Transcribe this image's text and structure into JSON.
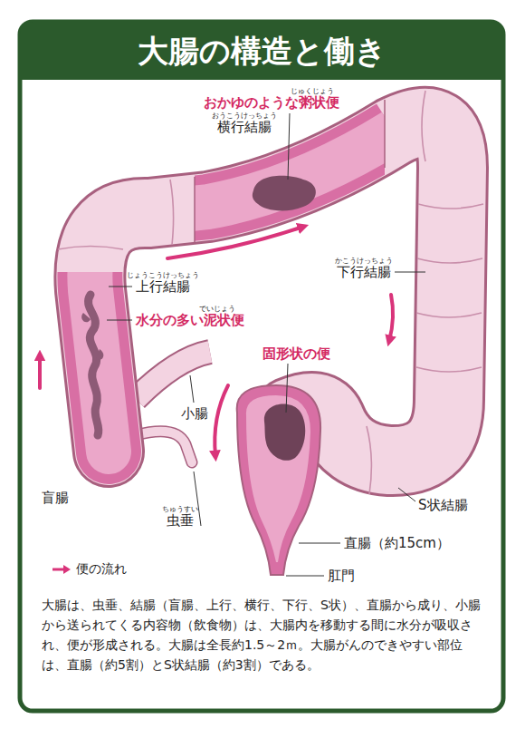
{
  "diagram": {
    "title": "大腸の構造と働き",
    "caption": "大腸は、虫垂、結腸（盲腸、上行、横行、下行、S状）、直腸から成り、小腸から送られてくる内容物（飲食物）は、大腸内を移動する間に水分が吸収され、便が形成される。大腸は全長約1.5～2ｍ。大腸がんのできやすい部位は、直腸（約5割）とS状結腸（約3割）である。",
    "labels": [
      "おかゆのような粥状便",
      "じゅくじょう",
      "横行結腸",
      "おうこうけっちょう",
      "上行結腸",
      "じょうこうけっちょう",
      "水分の多い泥状便",
      "でいじょう",
      "下行結腸",
      "かこうけっちょう",
      "固形状の便",
      "小腸",
      "盲腸",
      "虫垂",
      "ちゅうすい",
      "S状結腸",
      "直腸（約15cm）",
      "肛門"
    ],
    "legend": [
      {
        "text": "便の流れ"
      }
    ]
  }
}
